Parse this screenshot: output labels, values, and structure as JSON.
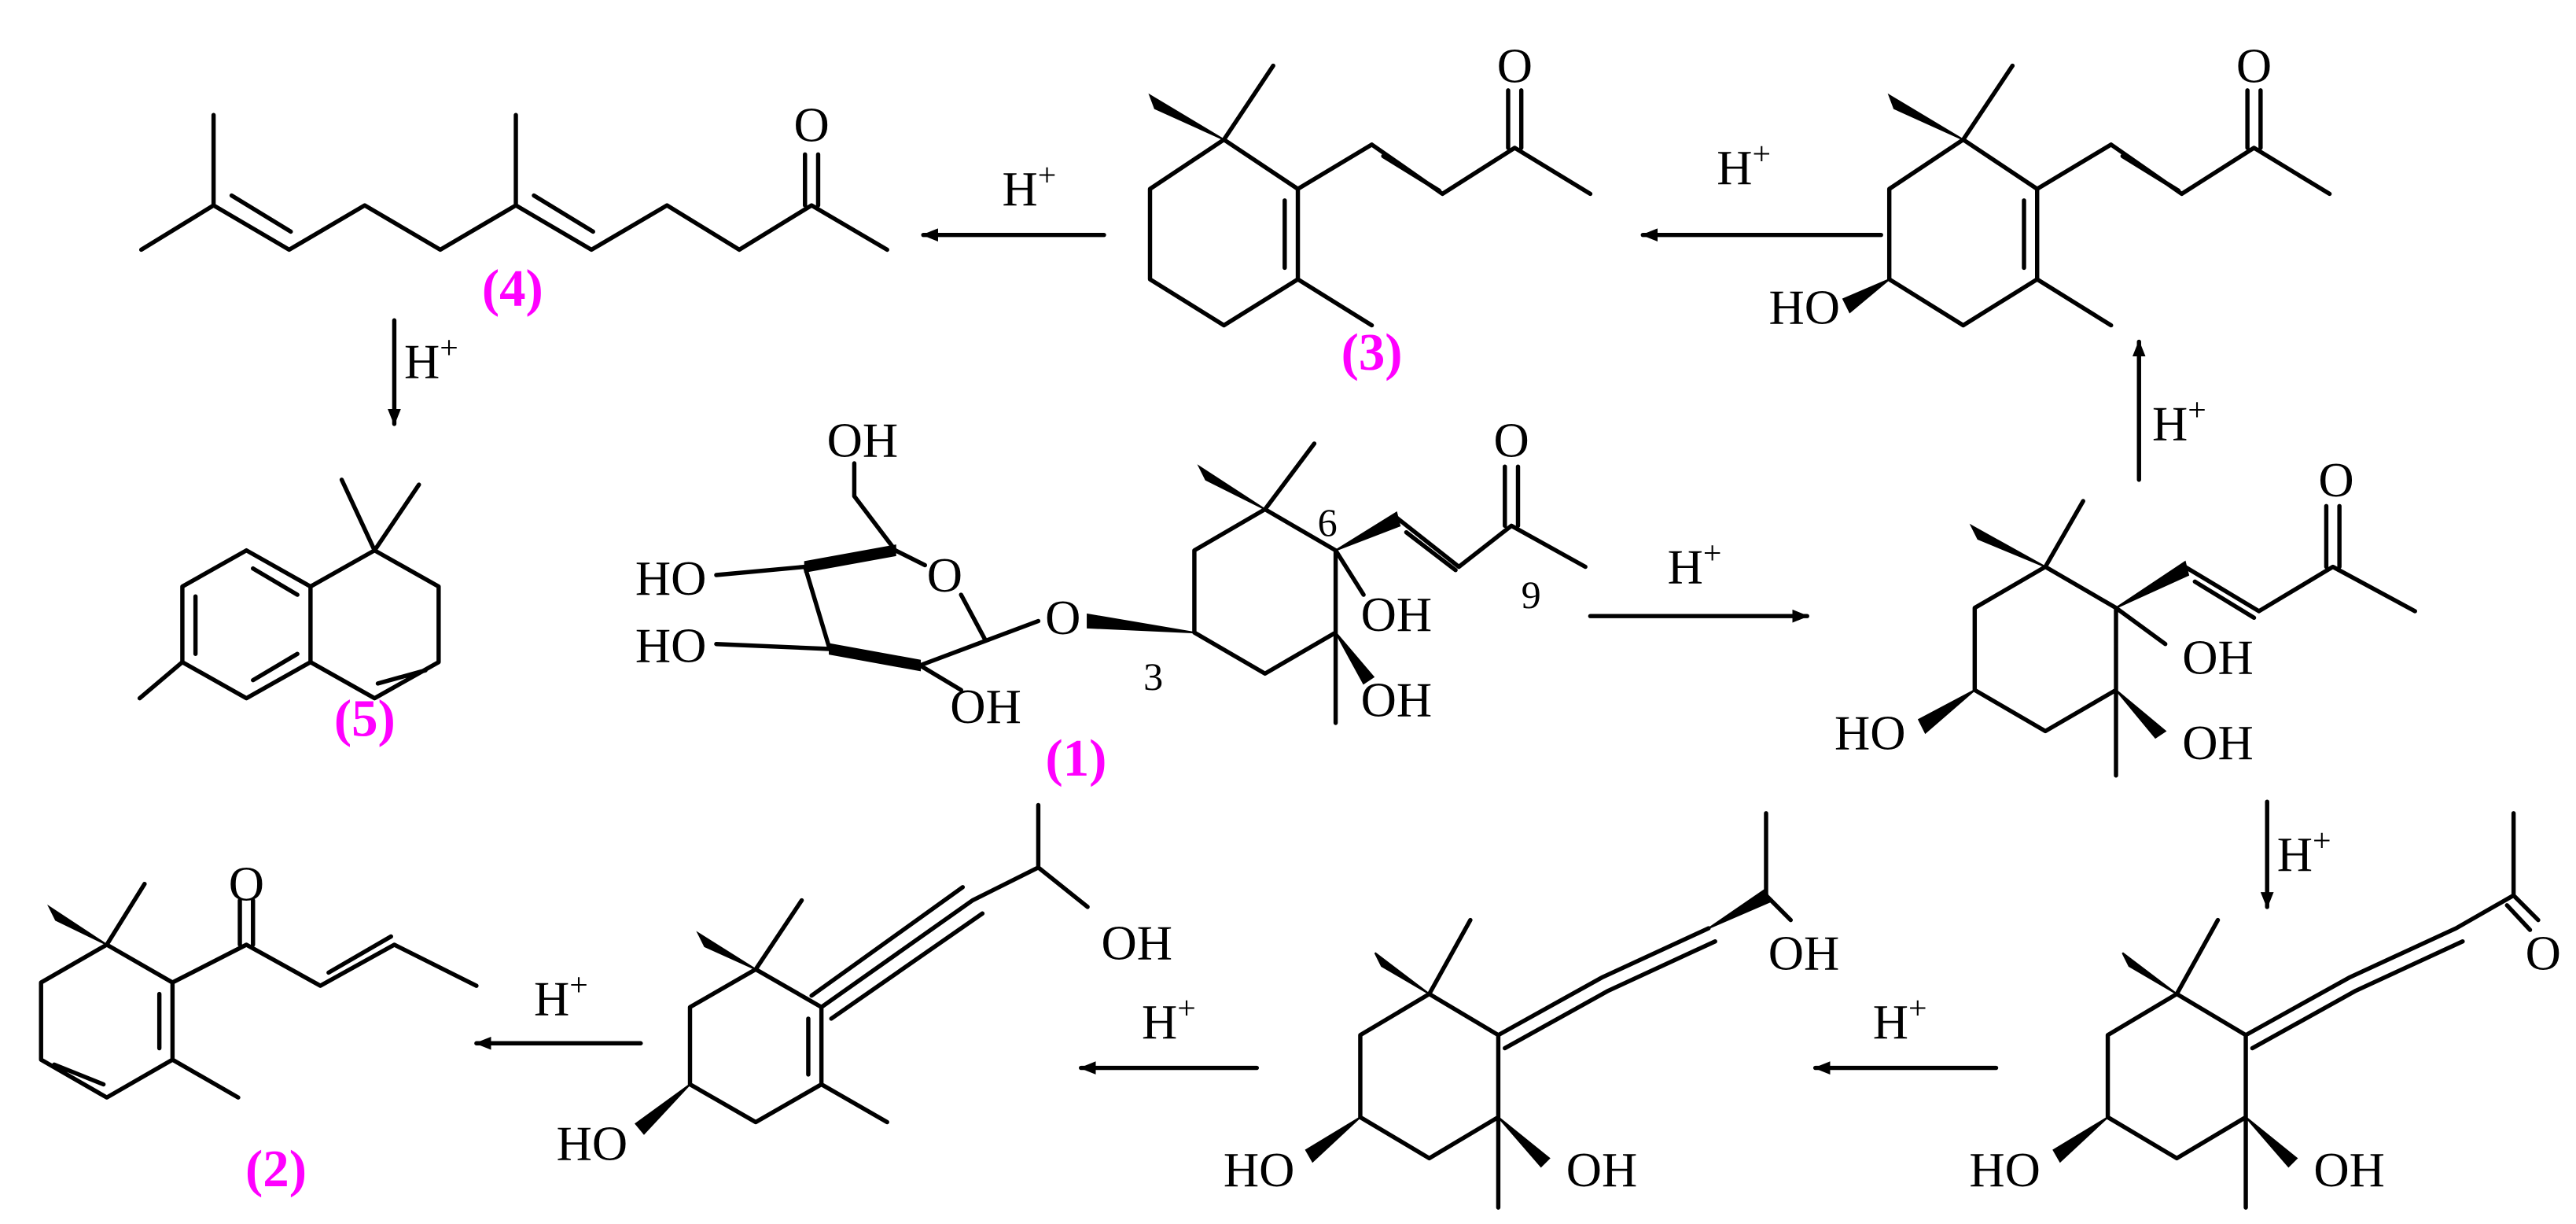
{
  "colors": {
    "bond": "#000000",
    "compound_label": "#ff00ff"
  },
  "reagent": {
    "base": "H",
    "charge": "+"
  },
  "compounds": {
    "c1": {
      "number": "(1)",
      "atoms": {
        "oh_ch2": "OH",
        "ho_4": "HO",
        "o_ring": "O",
        "ho_3": "HO",
        "oh_2": "OH",
        "o_glyc": "O",
        "oh_6": "OH",
        "oh_5": "OH",
        "o_keto": "O"
      },
      "locants": {
        "c3": "3",
        "c6": "6",
        "c9": "9"
      }
    },
    "c2": {
      "number": "(2)",
      "atoms": {
        "o": "O"
      }
    },
    "c3": {
      "number": "(3)",
      "atoms": {
        "o": "O"
      }
    },
    "c4": {
      "number": "(4)",
      "atoms": {
        "o": "O"
      }
    },
    "c5": {
      "number": "(5)"
    },
    "hydroxy_ionone": {
      "atoms": {
        "o": "O",
        "ho": "HO"
      }
    },
    "triol": {
      "atoms": {
        "o": "O",
        "ho": "HO",
        "oh_6": "OH",
        "oh_5": "OH"
      }
    },
    "allene_ketone": {
      "atoms": {
        "o": "O",
        "ho": "HO",
        "oh": "OH"
      }
    },
    "allene_diol": {
      "atoms": {
        "oh_side": "OH",
        "ho": "HO",
        "oh": "OH"
      }
    },
    "alkyne": {
      "atoms": {
        "oh_side": "OH",
        "ho": "HO"
      }
    }
  }
}
